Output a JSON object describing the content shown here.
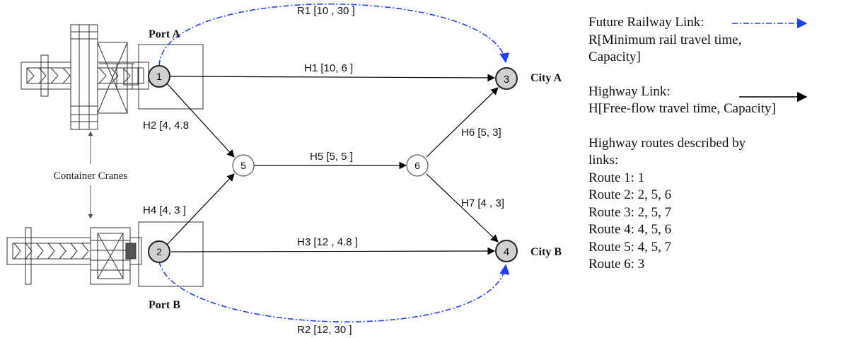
{
  "nodes": [
    {
      "id": "1",
      "label": "1"
    },
    {
      "id": "2",
      "label": "2"
    },
    {
      "id": "3",
      "label": "3"
    },
    {
      "id": "4",
      "label": "4"
    },
    {
      "id": "5",
      "label": "5"
    },
    {
      "id": "6",
      "label": "6"
    }
  ],
  "place_labels": {
    "port_a": "Port A",
    "port_b": "Port B",
    "city_a": "City A",
    "city_b": "City B",
    "container_cranes": "Container Cranes"
  },
  "links": {
    "r1": "R1 [10 , 30 ]",
    "r2": "R2 [12, 30 ]",
    "h1": "H1 [10, 6 ]",
    "h2": "H2 [4, 4.8",
    "h3": "H3 [12 , 4.8 ]",
    "h4": "H4 [4, 3 ]",
    "h5": "H5 [5, 5 ]",
    "h6": "H6 [5, 3]",
    "h7": "H7 [4 , 3]"
  },
  "colors": {
    "railway": "#1f3fff",
    "highway": "#000000",
    "terminal_node_fill": "#d0d0d0",
    "internal_node_fill": "#ffffff"
  },
  "legend": {
    "railway_title": "Future Railway Link:",
    "railway_desc_1": "R[Minimum rail travel time,",
    "railway_desc_2": "Capacity]",
    "highway_title": "Highway Link:",
    "highway_desc": "H[Free-flow travel time, Capacity]",
    "routes_title_1": "Highway routes described by",
    "routes_title_2": "links:",
    "routes": [
      "Route 1: 1",
      "Route 2: 2, 5, 6",
      "Route 3: 2, 5, 7",
      "Route 4: 4, 5, 6",
      "Route 5: 4, 5, 7",
      "Route 6: 3"
    ]
  }
}
